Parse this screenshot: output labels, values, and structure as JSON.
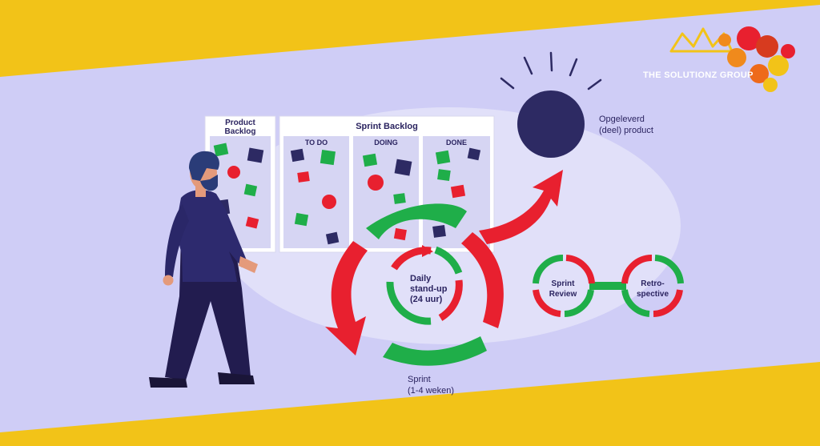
{
  "brand": {
    "name": "THE SOLUTIONZ GROUP"
  },
  "board": {
    "product_backlog": {
      "line1": "Product",
      "line2": "Backlog"
    },
    "sprint_backlog": {
      "title": "Sprint Backlog",
      "columns": [
        "TO DO",
        "DOING",
        "DONE"
      ]
    }
  },
  "product": {
    "line1": "Opgeleverd",
    "line2": "(deel) product"
  },
  "cycle": {
    "daily": {
      "line1": "Daily",
      "line2": "stand-up",
      "line3": "(24 uur)"
    },
    "sprint": {
      "line1": "Sprint",
      "line2": "(1-4 weken)"
    }
  },
  "events": {
    "review": {
      "line1": "Sprint",
      "line2": "Review"
    },
    "retro": {
      "line1": "Retro-",
      "line2": "spective"
    }
  },
  "colors": {
    "band": "#f2c318",
    "background": "#cfcdf6",
    "ellipse": "#e1e0f9",
    "navy": "#2d2a63",
    "green": "#1fae49",
    "red": "#e8202f",
    "board": "#ffffff",
    "board_inner": "#d6d5f3"
  }
}
